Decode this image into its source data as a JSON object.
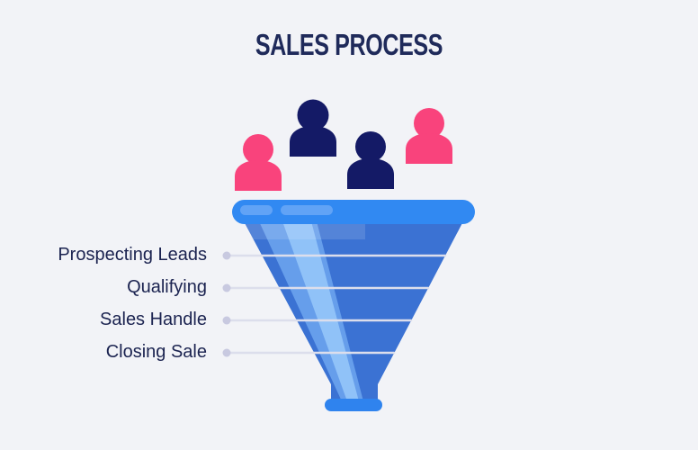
{
  "title": "SALES PROCESS",
  "funnel": {
    "stages": [
      {
        "label": "Prospecting Leads"
      },
      {
        "label": "Qualifying"
      },
      {
        "label": "Sales Handle"
      },
      {
        "label": "Closing Sale"
      }
    ]
  },
  "audience": {
    "icons": [
      {
        "name": "person-icon-pink-left",
        "color_key": "pink"
      },
      {
        "name": "person-icon-navy-tall",
        "color_key": "navy"
      },
      {
        "name": "person-icon-navy-small",
        "color_key": "navy"
      },
      {
        "name": "person-icon-pink-right",
        "color_key": "pink"
      }
    ]
  },
  "colors": {
    "background": "#F2F3F7",
    "title_text": "#1F2A5A",
    "label_text": "#1B2350",
    "pink": "#F9437C",
    "navy": "#141A66",
    "funnel_rim": "#3189F2",
    "funnel_rim_highlight": "#61A3F6",
    "funnel_body": "#3B72D3",
    "funnel_band": "#6FA6EF",
    "funnel_band_light": "#95C5FA",
    "funnel_spout": "#2F83EE",
    "connector_line": "#DCDEEC",
    "connector_dot": "#C8C9E0"
  }
}
